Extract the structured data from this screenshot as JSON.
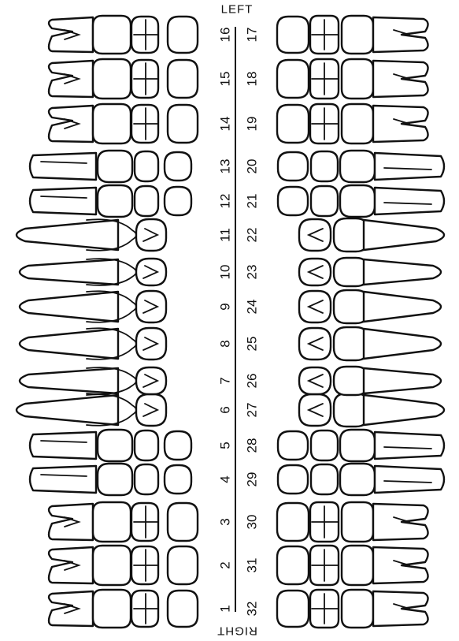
{
  "orientation_labels": {
    "top": "LEFT",
    "bottom": "RIGHT"
  },
  "upper_arch": {
    "teeth": [
      {
        "number": "1",
        "type": "molar"
      },
      {
        "number": "2",
        "type": "molar"
      },
      {
        "number": "3",
        "type": "molar"
      },
      {
        "number": "4",
        "type": "premolar"
      },
      {
        "number": "5",
        "type": "premolar"
      },
      {
        "number": "6",
        "type": "canine"
      },
      {
        "number": "7",
        "type": "incisor"
      },
      {
        "number": "8",
        "type": "incisor"
      },
      {
        "number": "9",
        "type": "incisor"
      },
      {
        "number": "10",
        "type": "incisor"
      },
      {
        "number": "11",
        "type": "canine"
      },
      {
        "number": "12",
        "type": "premolar"
      },
      {
        "number": "13",
        "type": "premolar"
      },
      {
        "number": "14",
        "type": "molar"
      },
      {
        "number": "15",
        "type": "molar"
      },
      {
        "number": "16",
        "type": "molar"
      }
    ]
  },
  "lower_arch": {
    "teeth": [
      {
        "number": "32",
        "type": "molar"
      },
      {
        "number": "31",
        "type": "molar"
      },
      {
        "number": "30",
        "type": "molar"
      },
      {
        "number": "29",
        "type": "premolar"
      },
      {
        "number": "28",
        "type": "premolar"
      },
      {
        "number": "27",
        "type": "canine"
      },
      {
        "number": "26",
        "type": "incisor"
      },
      {
        "number": "25",
        "type": "incisor"
      },
      {
        "number": "24",
        "type": "incisor"
      },
      {
        "number": "23",
        "type": "incisor"
      },
      {
        "number": "22",
        "type": "canine"
      },
      {
        "number": "21",
        "type": "premolar"
      },
      {
        "number": "20",
        "type": "premolar"
      },
      {
        "number": "19",
        "type": "molar"
      },
      {
        "number": "18",
        "type": "molar"
      },
      {
        "number": "17",
        "type": "molar"
      }
    ]
  },
  "colors": {
    "ink": "#111111",
    "paper": "#ffffff"
  }
}
